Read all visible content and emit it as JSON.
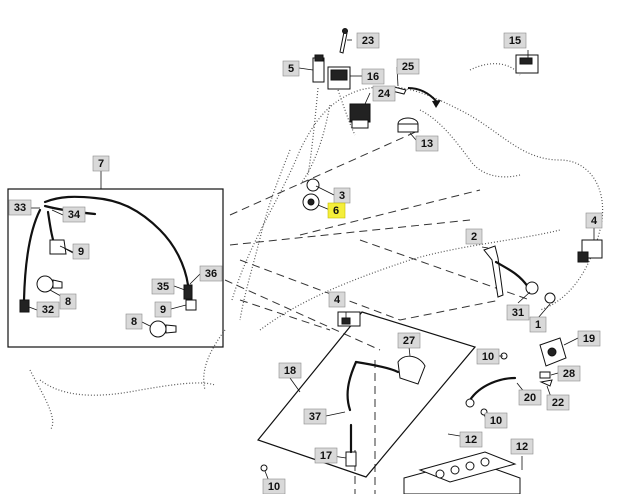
{
  "diagram": {
    "callouts": {
      "c1": "1",
      "c2": "2",
      "c3": "3",
      "c4a": "4",
      "c4b": "4",
      "c5": "5",
      "c6": "6",
      "c7": "7",
      "c8a": "8",
      "c8b": "8",
      "c9a": "9",
      "c9b": "9",
      "c10a": "10",
      "c10b": "10",
      "c10c": "10",
      "c12a": "12",
      "c12b": "12",
      "c13": "13",
      "c15": "15",
      "c16": "16",
      "c17": "17",
      "c18": "18",
      "c19": "19",
      "c20": "20",
      "c22": "22",
      "c23": "23",
      "c24": "24",
      "c25": "25",
      "c27": "27",
      "c28": "28",
      "c31": "31",
      "c32": "32",
      "c33": "33",
      "c34": "34",
      "c35": "35",
      "c36": "36",
      "c37": "37"
    },
    "highlighted_callout": "6",
    "colors": {
      "highlight": "#f4ee3a",
      "label_bg": "#d9d9d9",
      "line": "#111111"
    }
  }
}
